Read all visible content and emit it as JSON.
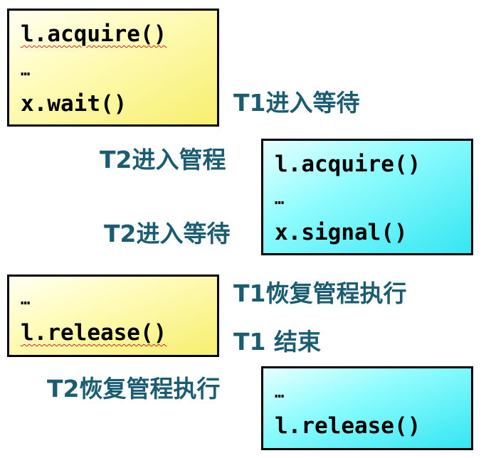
{
  "boxes": {
    "t1_start": {
      "line1": "l.acquire()",
      "line2": "…",
      "line3": "x.wait()"
    },
    "t2_start": {
      "line1": "l.acquire()",
      "line2": "…",
      "line3": "x.signal()"
    },
    "t1_end": {
      "line1": "…",
      "line2": "l.release()"
    },
    "t2_end": {
      "line1": "…",
      "line2": "l.release()"
    }
  },
  "labels": {
    "t1_wait": "T1进入等待",
    "t2_enter": "T2进入管程",
    "t2_wait": "T2进入等待",
    "t1_resume": "T1恢复管程执行",
    "t1_end": "T1 结束",
    "t2_resume": "T2恢复管程执行"
  },
  "colors": {
    "yellow_box": "#fffcc0",
    "cyan_box": "#8ffcfe",
    "label_text": "#1a5d72",
    "border": "#000000"
  }
}
